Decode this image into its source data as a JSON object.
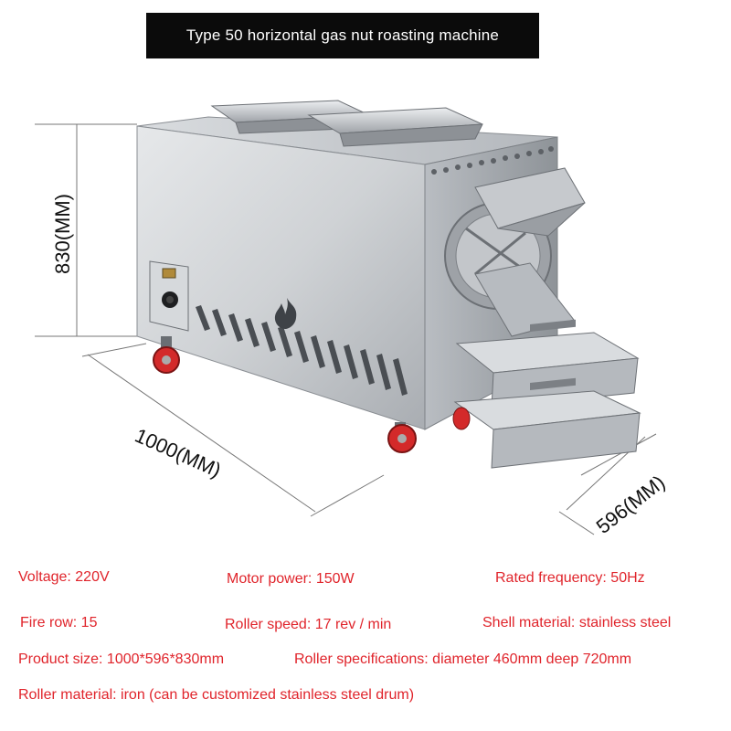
{
  "title": "Type 50 horizontal gas nut roasting machine",
  "dimensions": {
    "height": "830(MM)",
    "length": "1000(MM)",
    "width": "596(MM)"
  },
  "specs": {
    "voltage": "Voltage: 220V",
    "motor_power": "Motor power: 150W",
    "rated_frequency": "Rated frequency: 50Hz",
    "fire_row": "Fire row: 15",
    "roller_speed": "Roller speed: 17 rev / min",
    "shell_material": "Shell material: stainless steel",
    "product_size": "Product size: 1000*596*830mm",
    "roller_specifications": "Roller specifications: diameter 460mm deep 720mm",
    "roller_material": "Roller material:  iron (can be customized stainless steel drum)"
  },
  "colors": {
    "spec_text": "#e0242b",
    "title_bg": "#0b0b0b",
    "steel": "#c9ccd0"
  },
  "icons": [
    "flame-icon",
    "wheel-icon",
    "control-knob-icon"
  ]
}
